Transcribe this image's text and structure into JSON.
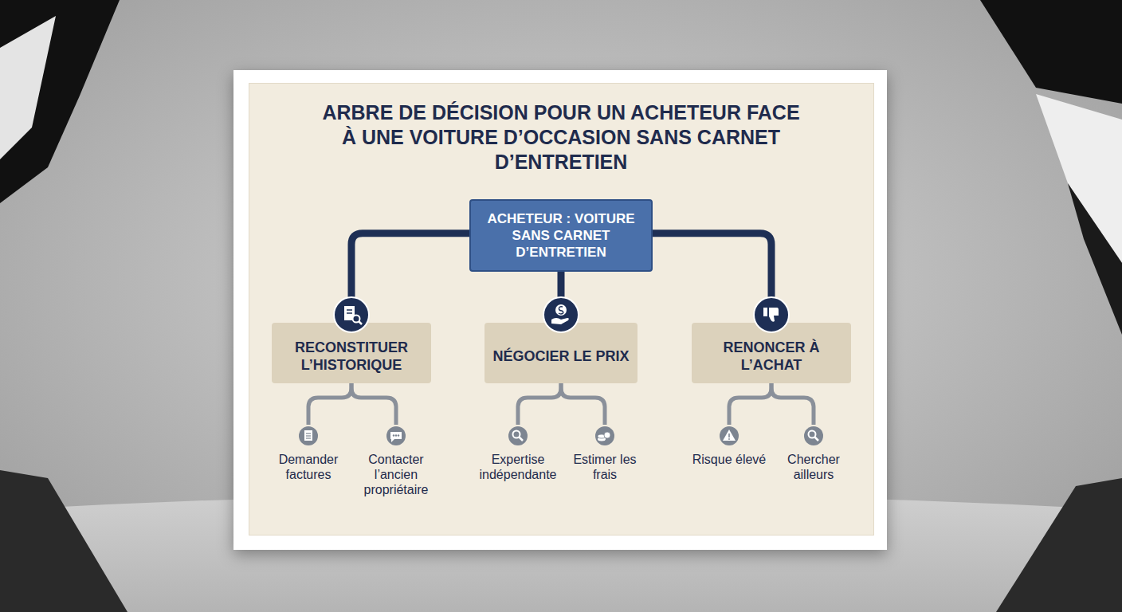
{
  "diagram": {
    "title": "ARBRE DE DÉCISION POUR UN ACHETEUR FACE À UNE VOITURE D’OCCASION SANS CARNET D’ENTRETIEN",
    "nodes": [
      {
        "text": [
          "ACHETEUR : VOITURE SANS CARNET D’ENTRETIEN"
        ]
      },
      {
        "text": [
          "RECONSTITUER L’HISTORIQUE"
        ]
      },
      {
        "text": [
          "NÉGOCIER LE PRIX"
        ]
      },
      {
        "text": [
          "RENONCER À L’ACHAT"
        ]
      },
      {
        "text": [
          "Demander factures"
        ]
      },
      {
        "text": [
          "Contacter l’ancien propriétaire"
        ]
      },
      {
        "text": [
          "Expertise indépendante"
        ]
      },
      {
        "text": [
          "Estimer les frais"
        ]
      },
      {
        "text": [
          "Risque élevé"
        ]
      },
      {
        "text": [
          "Chercher ailleurs"
        ]
      }
    ],
    "edges": [
      {
        "from": 0,
        "to": 1,
        "arrow": "none"
      },
      {
        "from": 0,
        "to": 2,
        "arrow": "none"
      },
      {
        "from": 0,
        "to": 3,
        "arrow": "none"
      },
      {
        "from": 1,
        "to": 4,
        "arrow": "none"
      },
      {
        "from": 1,
        "to": 5,
        "arrow": "none"
      },
      {
        "from": 2,
        "to": 6,
        "arrow": "none"
      },
      {
        "from": 2,
        "to": 7,
        "arrow": "none"
      },
      {
        "from": 3,
        "to": 8,
        "arrow": "none"
      },
      {
        "from": 3,
        "to": 9,
        "arrow": "none"
      }
    ]
  }
}
